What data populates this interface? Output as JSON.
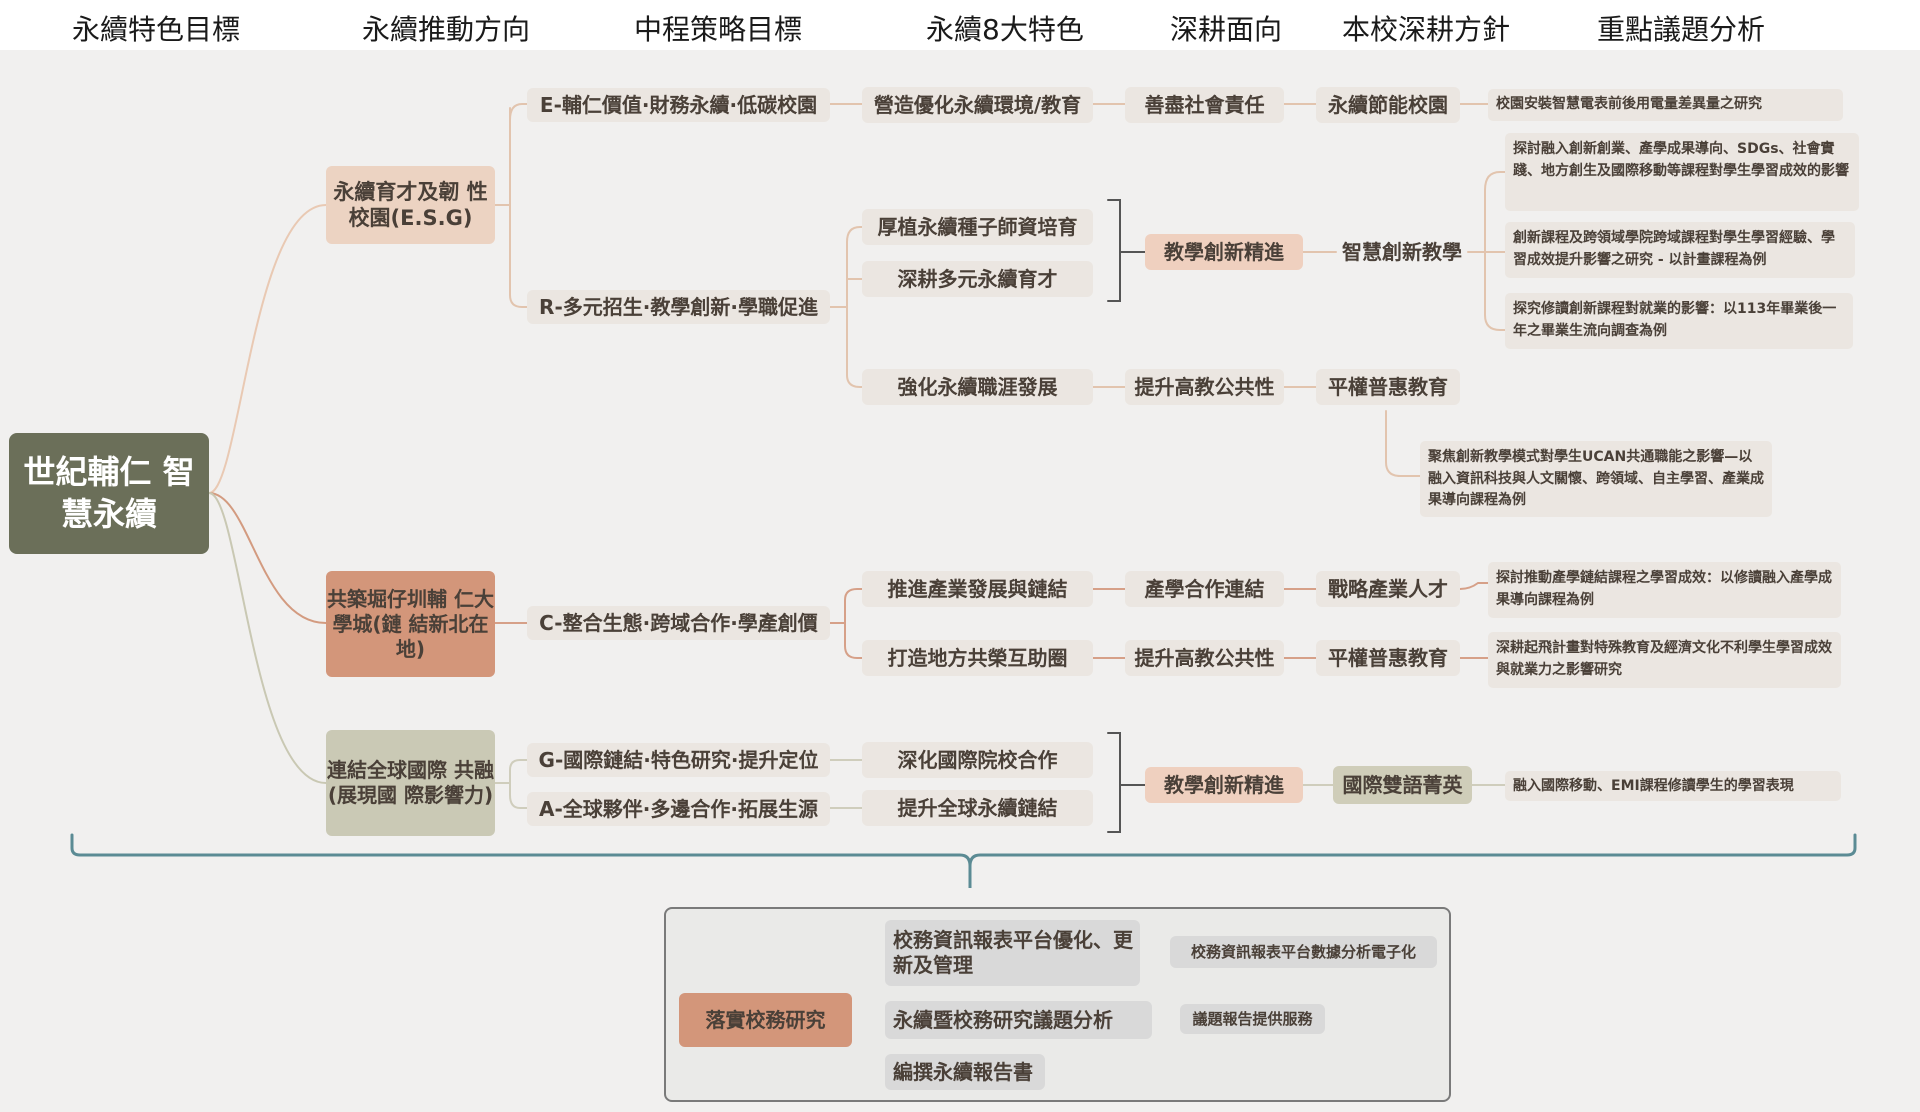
{
  "headers": [
    "永續特色目標",
    "永續推動方向",
    "中程策略目標",
    "永續8大特色",
    "深耕面向",
    "本校深耕方針",
    "重點議題分析"
  ],
  "root": "世紀輔仁 智慧永續",
  "level1": [
    {
      "label": "永續育才及韌 性校園(E.S.G)"
    },
    {
      "label": "共築堀仔圳輔 仁大學城(鏈 結新北在地)"
    },
    {
      "label": "連結全球國際 共融(展現國 際影響力)"
    }
  ],
  "level2": [
    "E-輔仁價值·財務永續·低碳校園",
    "R-多元招生·教學創新·學職促進",
    "C-整合生態·跨域合作·學產創價",
    "G-國際鏈結·特色研究·提升定位",
    "A-全球夥伴·多邊合作·拓展生源"
  ],
  "level3": [
    "營造優化永續環境/教育",
    "厚植永續種子師資培育",
    "深耕多元永續育才",
    "強化永續職涯發展",
    "推進產業發展與鏈結",
    "打造地方共榮互助圈",
    "深化國際院校合作",
    "提升全球永續鏈結"
  ],
  "level4": [
    "善盡社會責任",
    "教學創新精進",
    "提升高教公共性",
    "產學合作連結",
    "提升高教公共性",
    "教學創新精進"
  ],
  "level5": [
    "永續節能校園",
    "智慧創新教學",
    "平權普惠教育",
    "戰略產業人才",
    "平權普惠教育",
    "國際雙語菁英"
  ],
  "notes": [
    "校園安裝智慧電表前後用電量差異量之研究",
    "探討融入創新創業、產學成果導向、SDGs、社會實踐、地方創生及國際移動等課程對學生學習成效的影響",
    "創新課程及跨領域學院跨域課程對學生學習經驗、學習成效提升影響之研究 - 以計畫課程為例",
    "探究修讀創新課程對就業的影響：以113年畢業後一年之畢業生流向調查為例",
    "聚焦創新教學模式對學生UCAN共通職能之影響—以融入資訊科技與人文關懷、跨領域、自主學習、產業成果導向課程為例",
    "探討推動產學鏈結課程之學習成效：以修讀融入產學成果導向課程為例",
    "深耕起飛計畫對特殊教育及經濟文化不利學生學習成效與就業力之影響研究",
    "融入國際移動、EMI課程修讀學生的學習表現"
  ],
  "bottom": {
    "main": "落實校務研究",
    "items": [
      "校務資訊報表平台優化、更新及管理",
      "永續暨校務研究議題分析",
      "編撰永續報告書"
    ],
    "notes": [
      "校務資訊報表平台數據分析電子化",
      "議題報告提供服務"
    ]
  },
  "colors": {
    "root": "#6b6f59",
    "tan": "#ecd3c2",
    "rust": "#d3967a",
    "sage": "#cac9b5",
    "light": "#ebe6e1",
    "canvas": "#f1f0ef",
    "brace": "#5b8b94"
  }
}
